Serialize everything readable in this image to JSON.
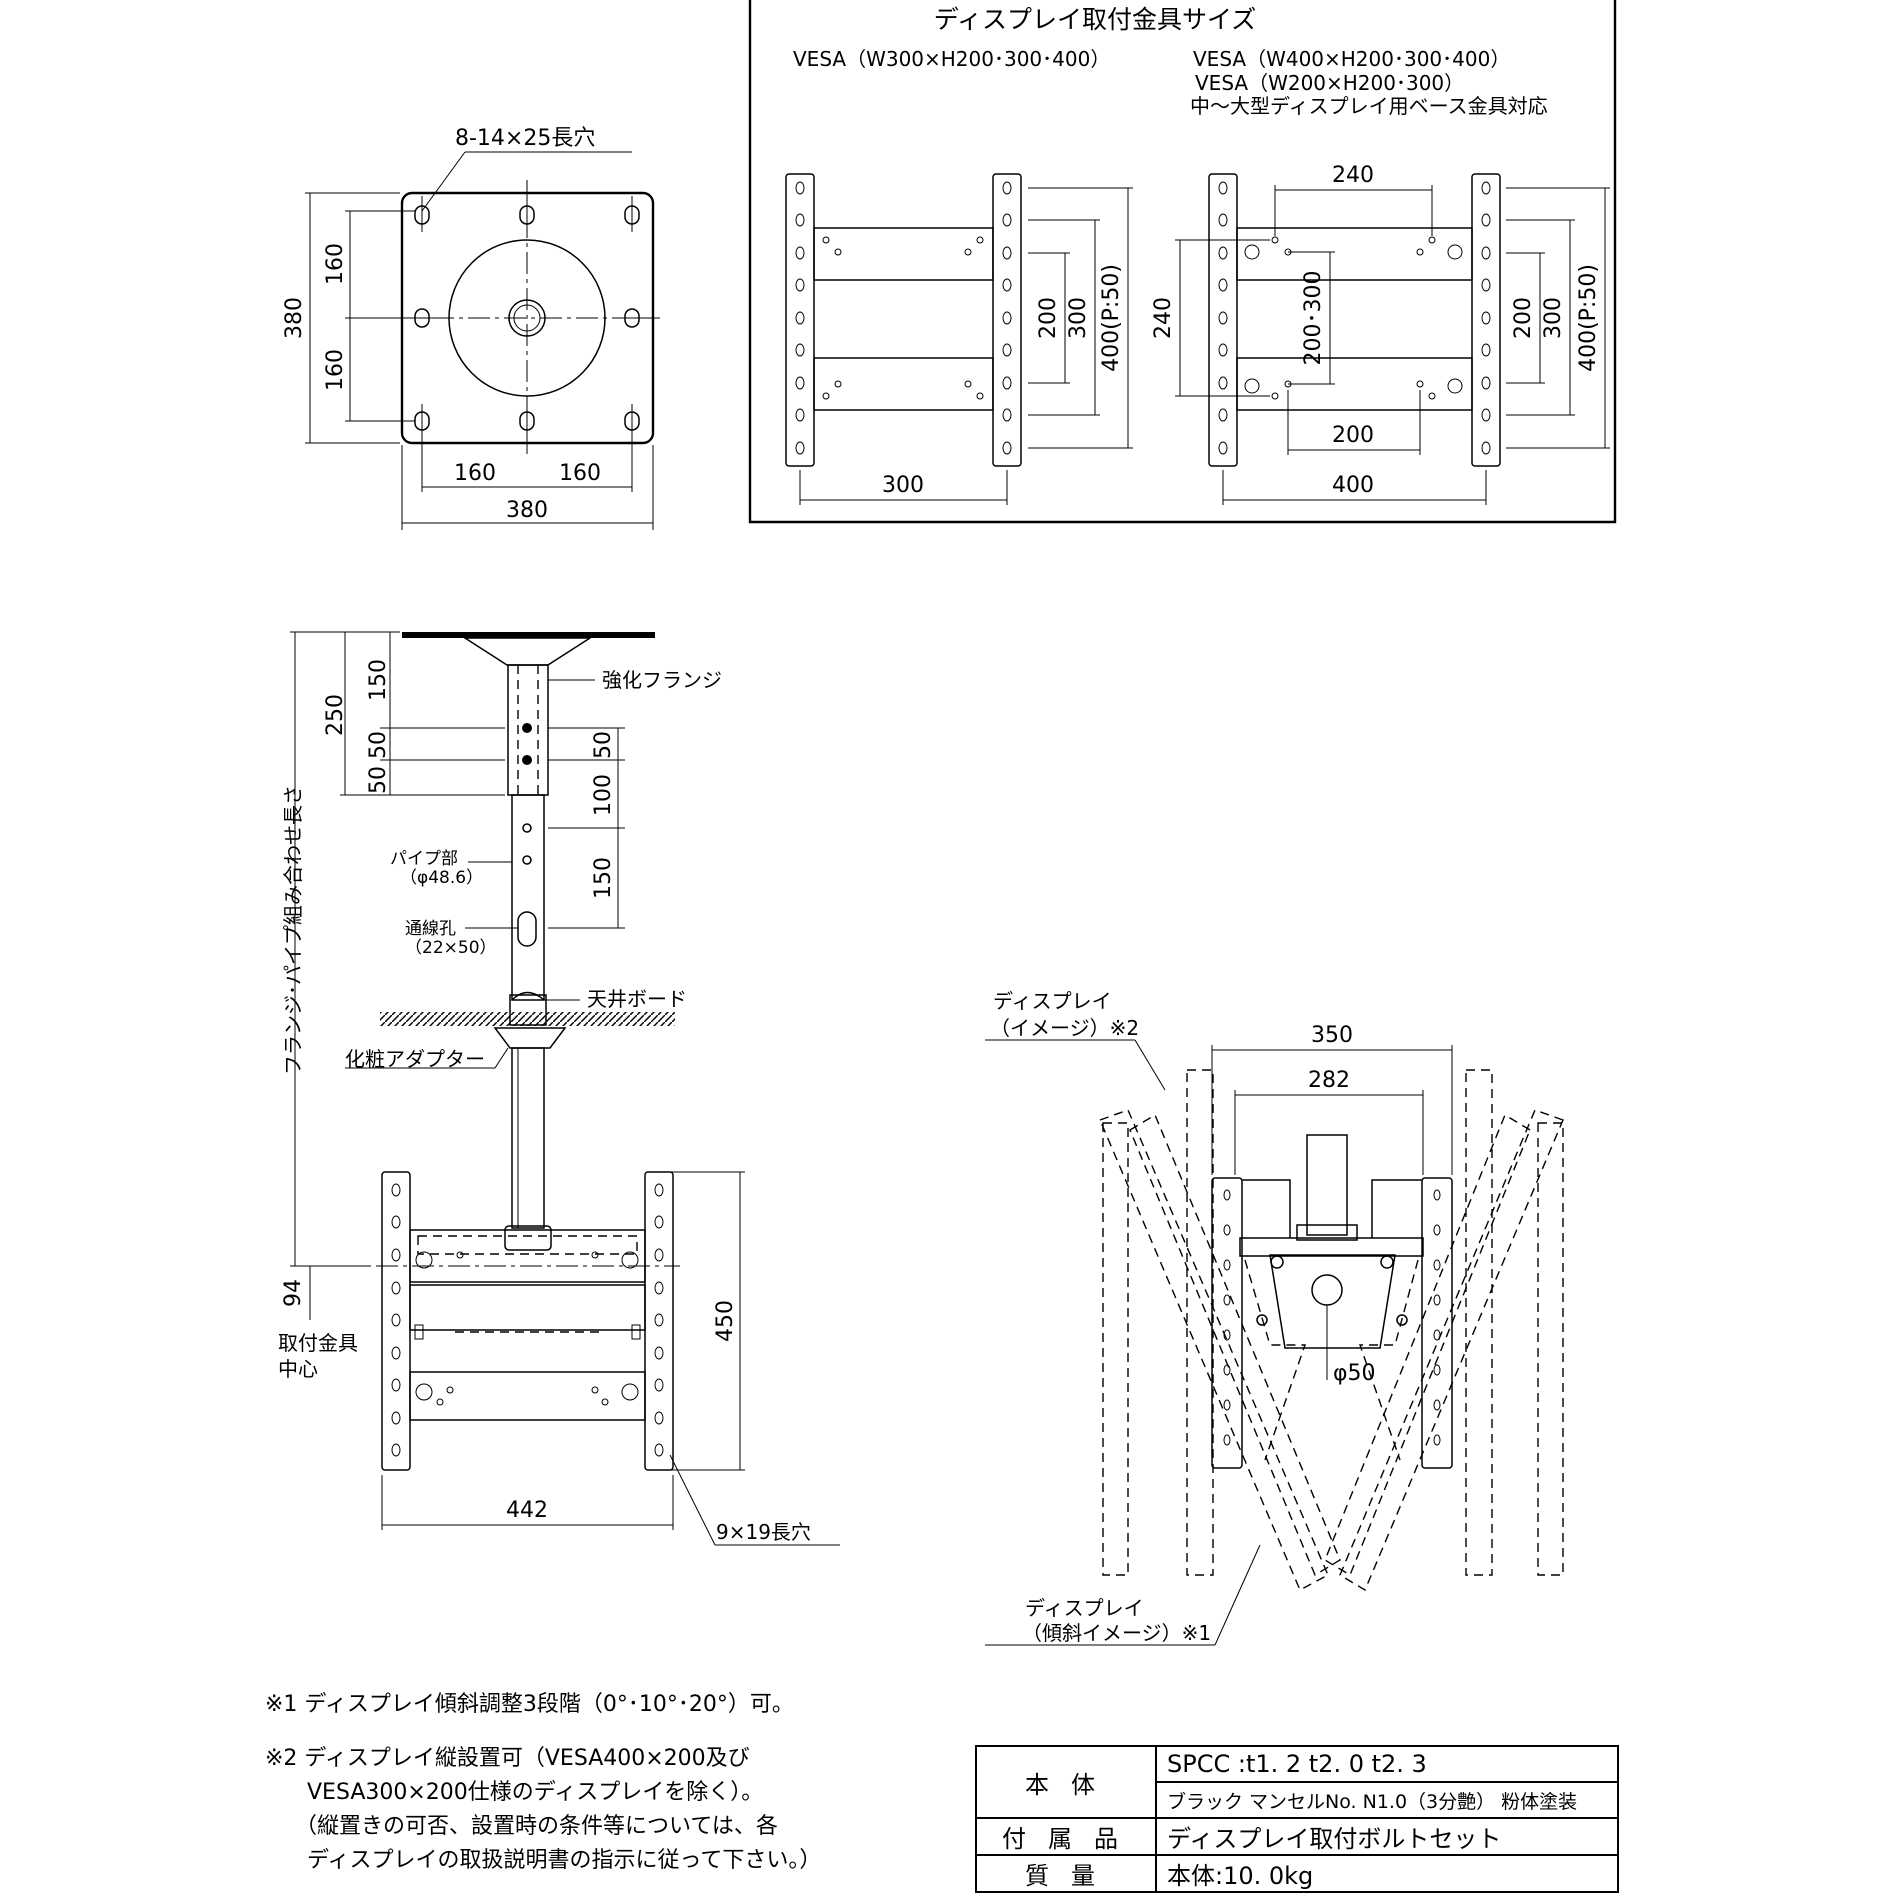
{
  "vesa_box": {
    "title": "ディスプレイ取付金具サイズ",
    "left_label": "VESA（W300×H200･300･400）",
    "right_label_1": "VESA（W400×H200･300･400）",
    "right_label_2": "VESA（W200×H200･300）",
    "right_label_3": "中～大型ディスプレイ用ベース金具対応",
    "left_dims": {
      "w": "300",
      "h1": "200",
      "h2": "300",
      "h3": "400(P:50)"
    },
    "right_dims": {
      "top": "240",
      "bottom": "200",
      "w": "400",
      "left": "240",
      "center": "200･300",
      "h1": "200",
      "h2": "300",
      "h3": "400(P:50)"
    }
  },
  "flange_plate": {
    "hole_label": "8-14×25長穴",
    "dims": {
      "v1": "160",
      "v2": "160",
      "overall_v": "380",
      "h1": "160",
      "h2": "160",
      "overall_h": "380"
    }
  },
  "side_view": {
    "labels": {
      "flange": "強化フランジ",
      "pipe": "パイプ部",
      "pipe_dia": "（φ48.6）",
      "hole": "通線孔",
      "hole_size": "（22×50）",
      "ceiling": "天井ボード",
      "adapter": "化粧アダプター",
      "combined": "フランジ･パイプ組み合わせ長さ",
      "center_1": "取付金具",
      "center_2": "中心",
      "slot": "9×19長穴"
    },
    "dims": {
      "d250": "250",
      "d150a": "150",
      "d50a": "50",
      "d50b": "50",
      "d50c": "50",
      "d100": "100",
      "d150b": "150",
      "d94": "94",
      "d450": "450",
      "d442": "442"
    }
  },
  "tilt_view": {
    "labels": {
      "display": "ディスプレイ",
      "image": "（イメージ）※2",
      "display2": "ディスプレイ",
      "tilt_image": "（傾斜イメージ）※1",
      "phi": "φ50"
    },
    "dims": {
      "w350": "350",
      "w282": "282"
    }
  },
  "notes": {
    "n1": "※1 ディスプレイ傾斜調整3段階（0°･10°･20°）可。",
    "n2a": "※2 ディスプレイ縦設置可（VESA400×200及び",
    "n2b": "VESA300×200仕様のディスプレイを除く）。",
    "n2c": "（縦置きの可否、設置時の条件等については、各",
    "n2d": "ディスプレイの取扱説明書の指示に従って下さい。）"
  },
  "spec_table": {
    "body_label": "本体",
    "body_value_1": "SPCC :t1. 2  t2. 0  t2. 3",
    "body_value_2": "ブラック  マンセルNo. N1.0（3分艶） 粉体塗装",
    "acc_label": "付属品",
    "acc_value": "ディスプレイ取付ボルトセット",
    "mass_label": "質量",
    "mass_value": "本体:10. 0kg"
  }
}
